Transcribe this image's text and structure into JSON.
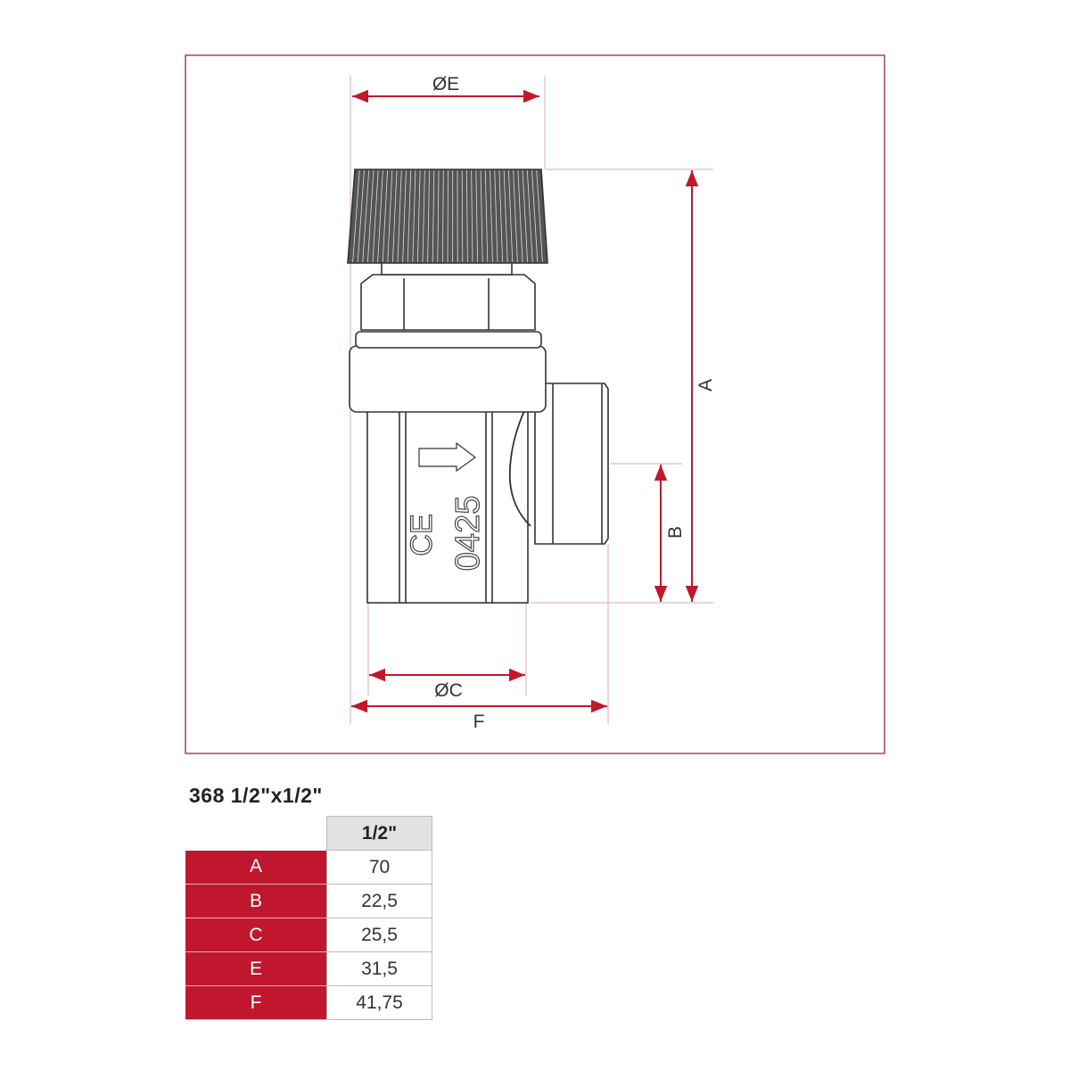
{
  "drawing": {
    "dimension_labels": {
      "E": "ØE",
      "A": "A",
      "B": "B",
      "C": "ØC",
      "F": "F"
    },
    "body_marking_ce": "CE",
    "body_marking_number": "0425",
    "colors": {
      "dimension": "#c0182c",
      "frame": "#a04852",
      "extension": "#e6b8bf",
      "outline": "#333333"
    }
  },
  "product": {
    "title": "368 1/2\"x1/2\""
  },
  "table": {
    "header": "1/2\"",
    "rows": [
      {
        "label": "A",
        "value": "70"
      },
      {
        "label": "B",
        "value": "22,5"
      },
      {
        "label": "C",
        "value": "25,5"
      },
      {
        "label": "E",
        "value": "31,5"
      },
      {
        "label": "F",
        "value": "41,75"
      }
    ]
  }
}
